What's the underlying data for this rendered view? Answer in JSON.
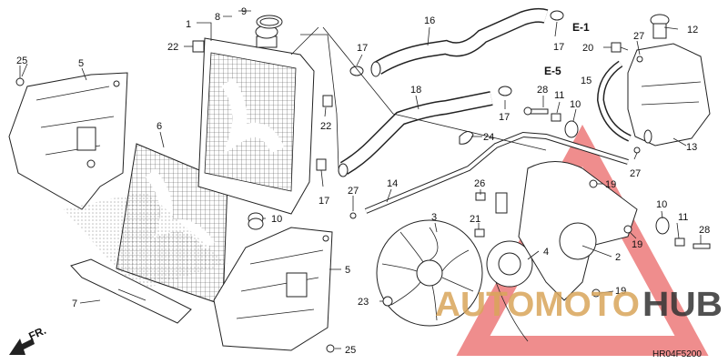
{
  "callouts": [
    {
      "id": "c1",
      "text": "1"
    },
    {
      "id": "c8",
      "text": "8"
    },
    {
      "id": "c9",
      "text": "9"
    },
    {
      "id": "c16",
      "text": "16"
    },
    {
      "id": "ce1",
      "text": "E-1"
    },
    {
      "id": "c12",
      "text": "12"
    },
    {
      "id": "c25a",
      "text": "25"
    },
    {
      "id": "c5a",
      "text": "5"
    },
    {
      "id": "c22a",
      "text": "22"
    },
    {
      "id": "c17a",
      "text": "17"
    },
    {
      "id": "c17b",
      "text": "17"
    },
    {
      "id": "c20",
      "text": "20"
    },
    {
      "id": "c27a",
      "text": "27"
    },
    {
      "id": "ce5",
      "text": "E-5"
    },
    {
      "id": "c15",
      "text": "15"
    },
    {
      "id": "c18",
      "text": "18"
    },
    {
      "id": "c28a",
      "text": "28"
    },
    {
      "id": "c11a",
      "text": "11"
    },
    {
      "id": "c6",
      "text": "6"
    },
    {
      "id": "c22b",
      "text": "22"
    },
    {
      "id": "c17c",
      "text": "17"
    },
    {
      "id": "c10a",
      "text": "10"
    },
    {
      "id": "c24",
      "text": "24"
    },
    {
      "id": "c13",
      "text": "13"
    },
    {
      "id": "c27b",
      "text": "27"
    },
    {
      "id": "c17d",
      "text": "17"
    },
    {
      "id": "c27c",
      "text": "27"
    },
    {
      "id": "c14",
      "text": "14"
    },
    {
      "id": "c10b",
      "text": "10"
    },
    {
      "id": "c26",
      "text": "26"
    },
    {
      "id": "c19a",
      "text": "19"
    },
    {
      "id": "c10c",
      "text": "10"
    },
    {
      "id": "c11b",
      "text": "11"
    },
    {
      "id": "c21",
      "text": "21"
    },
    {
      "id": "c3",
      "text": "3"
    },
    {
      "id": "c28b",
      "text": "28"
    },
    {
      "id": "c19b",
      "text": "19"
    },
    {
      "id": "c4",
      "text": "4"
    },
    {
      "id": "c2",
      "text": "2"
    },
    {
      "id": "c5b",
      "text": "5"
    },
    {
      "id": "c7",
      "text": "7"
    },
    {
      "id": "c23",
      "text": "23"
    },
    {
      "id": "c19c",
      "text": "19"
    },
    {
      "id": "c25b",
      "text": "25"
    }
  ],
  "fr_label": "FR.",
  "diagram_code": "HR04F5200",
  "watermark": {
    "left": "AUTOMOTO",
    "right": "HUB",
    "accent": "#e02020",
    "secondary": "#d9a55a",
    "dark": "#333333"
  }
}
